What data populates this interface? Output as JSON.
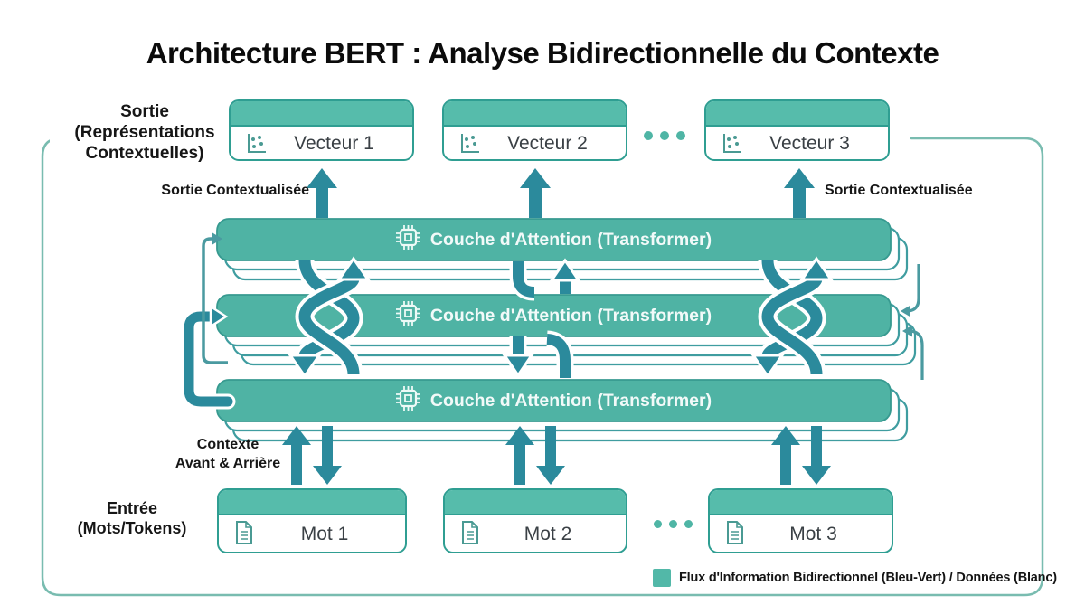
{
  "title": "Architecture BERT : Analyse Bidirectionnelle du Contexte",
  "output_section": {
    "line1": "Sortie",
    "line2": "(Représentations",
    "line3": "Contextuelles)"
  },
  "input_section": {
    "line1": "Entrée",
    "line2": "(Mots/Tokens)"
  },
  "flow_labels": {
    "left": "Sortie Contextualisée",
    "right": "Sortie Contextualisée",
    "context_line1": "Contexte",
    "context_line2": "Avant & Arrière"
  },
  "vectors": [
    {
      "label": "Vecteur 1",
      "icon": "scatter-plot-icon"
    },
    {
      "label": "Vecteur 2",
      "icon": "scatter-plot-icon"
    },
    {
      "label": "Vecteur 3",
      "icon": "scatter-plot-icon"
    }
  ],
  "attention_layers": [
    {
      "label": "Couche d'Attention (Transformer)",
      "icon": "chip-icon"
    },
    {
      "label": "Couche d'Attention (Transformer)",
      "icon": "chip-icon"
    },
    {
      "label": "Couche d'Attention (Transformer)",
      "icon": "chip-icon"
    }
  ],
  "words": [
    {
      "label": "Mot 1",
      "icon": "document-icon"
    },
    {
      "label": "Mot 2",
      "icon": "document-icon"
    },
    {
      "label": "Mot 3",
      "icon": "document-icon"
    }
  ],
  "legend": {
    "text": "Flux d'Information Bidirectionnel (Bleu-Vert) / Données (Blanc)",
    "swatch_color": "#52b8a8"
  },
  "colors": {
    "layer_fill": "#4fb3a4",
    "box_band_fill": "#56bcab",
    "box_border": "#2f9e92",
    "arrow_dark": "#2b8a9c",
    "outer_border": "#79bcb0",
    "echo_stroke": "#3f9da0",
    "thin_loop": "#4a9aa0",
    "title_color": "#0b0b0b"
  }
}
